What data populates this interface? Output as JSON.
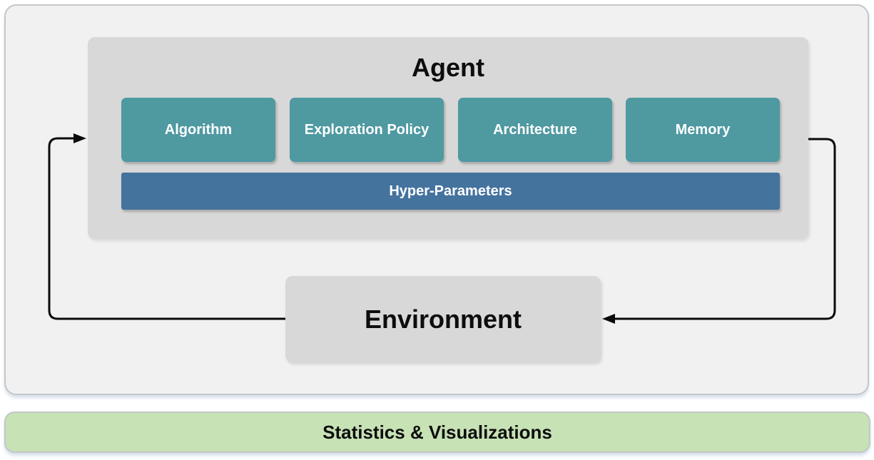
{
  "agent": {
    "title": "Agent",
    "components": [
      {
        "label": "Algorithm"
      },
      {
        "label": "Exploration Policy"
      },
      {
        "label": "Architecture"
      },
      {
        "label": "Memory"
      }
    ],
    "hyper_parameters_label": "Hyper-Parameters"
  },
  "environment": {
    "title": "Environment"
  },
  "footer": {
    "label": "Statistics & Visualizations"
  },
  "arrows": [
    {
      "name": "environment-to-agent",
      "from": "Environment",
      "to": "Agent",
      "side": "left"
    },
    {
      "name": "agent-to-environment",
      "from": "Agent",
      "to": "Environment",
      "side": "right"
    }
  ],
  "colors": {
    "component_teal": "#4F99A1",
    "hyper_parameters_blue": "#44739E",
    "panel_gray": "#D8D8D8",
    "outer_background": "#F1F1F2",
    "footer_green": "#C7E2B5",
    "border_gray": "#C4C7CA",
    "arrow_black": "#0A0A0A"
  }
}
